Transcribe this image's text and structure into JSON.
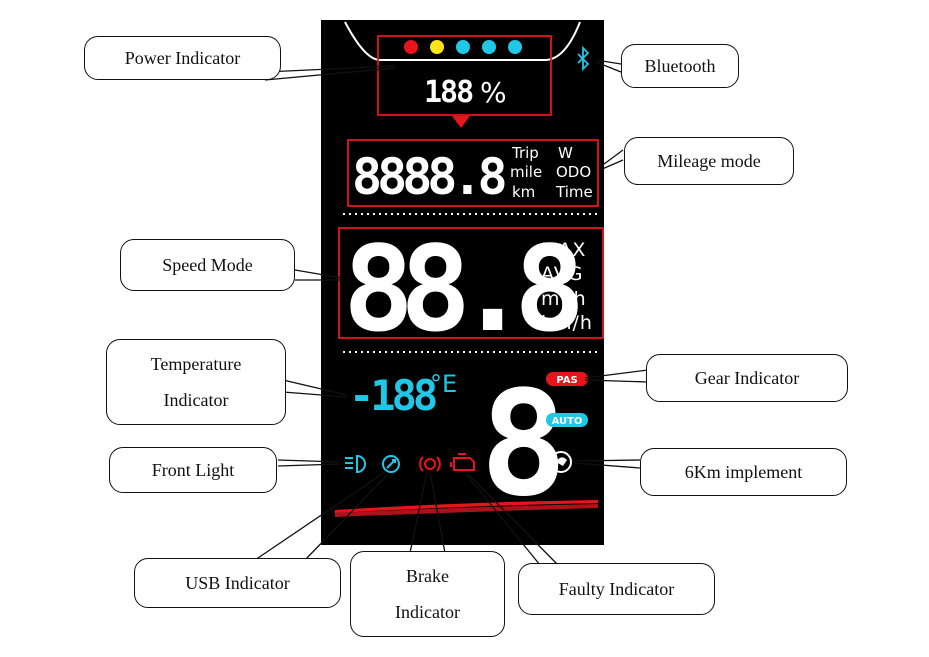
{
  "display": {
    "battery_dots": [
      "#e8141c",
      "#ffe515",
      "#1ec8e6",
      "#1ec8e6",
      "#1ec8e6"
    ],
    "percent_digits": "188",
    "percent_sign": "%",
    "mileage_digits": "8888.8",
    "mileage_units": [
      "Trip",
      "W",
      "mile",
      "ODO",
      "km",
      "Time"
    ],
    "speed_digits": "88.8",
    "speed_units": [
      "MAX",
      "AVG",
      "mph",
      "km/h"
    ],
    "temp_digits": "-188",
    "temp_unit": "°E",
    "gear_digit": "8",
    "pas_label": "PAS",
    "auto_label": "AUTO",
    "colors": {
      "background": "#000000",
      "red": "#e8141c",
      "cyan": "#1ec8e6",
      "white": "#ffffff",
      "yellow": "#ffe515"
    }
  },
  "callouts": {
    "power": "Power Indicator",
    "bluetooth": "Bluetooth",
    "mileage": "Mileage mode",
    "speed": "Speed Mode",
    "temperature_line1": "Temperature",
    "temperature_line2": "Indicator",
    "gear": "Gear Indicator",
    "front_light": "Front Light",
    "six_km": "6Km implement",
    "usb": "USB Indicator",
    "brake_line1": "Brake",
    "brake_line2": "Indicator",
    "faulty": "Faulty Indicator"
  },
  "icons": [
    "bluetooth-icon",
    "headlight-icon",
    "usb-icon",
    "brake-icon",
    "engine-fault-icon",
    "walk-assist-icon"
  ]
}
